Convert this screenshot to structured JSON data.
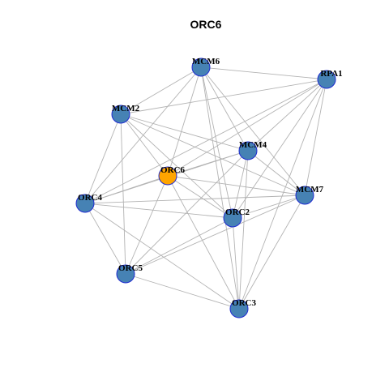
{
  "title": "ORC6",
  "colors": {
    "node_fill": "#4682b4",
    "hub_fill": "#ffa500",
    "node_stroke": "#1f2bd1",
    "edge": "#b3b3b3"
  },
  "nodes": [
    {
      "id": "MCM6",
      "label": "MCM6",
      "hub": false
    },
    {
      "id": "RPA1",
      "label": "RPA1",
      "hub": false
    },
    {
      "id": "MCM2",
      "label": "MCM2",
      "hub": false
    },
    {
      "id": "MCM4",
      "label": "MCM4",
      "hub": false
    },
    {
      "id": "ORC6",
      "label": "ORC6",
      "hub": true
    },
    {
      "id": "ORC4",
      "label": "ORC4",
      "hub": false
    },
    {
      "id": "MCM7",
      "label": "MCM7",
      "hub": false
    },
    {
      "id": "ORC2",
      "label": "ORC2",
      "hub": false
    },
    {
      "id": "ORC5",
      "label": "ORC5",
      "hub": false
    },
    {
      "id": "ORC3",
      "label": "ORC3",
      "hub": false
    }
  ],
  "edges": [
    [
      "MCM6",
      "RPA1"
    ],
    [
      "MCM6",
      "MCM2"
    ],
    [
      "MCM6",
      "MCM4"
    ],
    [
      "MCM6",
      "ORC6"
    ],
    [
      "MCM6",
      "ORC4"
    ],
    [
      "MCM6",
      "MCM7"
    ],
    [
      "MCM6",
      "ORC2"
    ],
    [
      "MCM6",
      "ORC3"
    ],
    [
      "RPA1",
      "MCM2"
    ],
    [
      "RPA1",
      "MCM4"
    ],
    [
      "RPA1",
      "ORC6"
    ],
    [
      "RPA1",
      "MCM7"
    ],
    [
      "RPA1",
      "ORC2"
    ],
    [
      "RPA1",
      "ORC4"
    ],
    [
      "RPA1",
      "ORC3"
    ],
    [
      "MCM2",
      "MCM4"
    ],
    [
      "MCM2",
      "ORC6"
    ],
    [
      "MCM2",
      "ORC4"
    ],
    [
      "MCM2",
      "MCM7"
    ],
    [
      "MCM2",
      "ORC2"
    ],
    [
      "MCM2",
      "ORC5"
    ],
    [
      "MCM4",
      "ORC6"
    ],
    [
      "MCM4",
      "ORC4"
    ],
    [
      "MCM4",
      "MCM7"
    ],
    [
      "MCM4",
      "ORC2"
    ],
    [
      "MCM4",
      "ORC5"
    ],
    [
      "MCM4",
      "ORC3"
    ],
    [
      "ORC6",
      "ORC4"
    ],
    [
      "ORC6",
      "MCM7"
    ],
    [
      "ORC6",
      "ORC2"
    ],
    [
      "ORC6",
      "ORC5"
    ],
    [
      "ORC6",
      "ORC3"
    ],
    [
      "ORC4",
      "MCM7"
    ],
    [
      "ORC4",
      "ORC2"
    ],
    [
      "ORC4",
      "ORC5"
    ],
    [
      "MCM7",
      "ORC2"
    ],
    [
      "MCM7",
      "ORC5"
    ],
    [
      "MCM7",
      "ORC3"
    ],
    [
      "ORC2",
      "ORC5"
    ],
    [
      "ORC2",
      "ORC3"
    ],
    [
      "ORC5",
      "ORC3"
    ],
    [
      "ORC4",
      "ORC3"
    ]
  ]
}
